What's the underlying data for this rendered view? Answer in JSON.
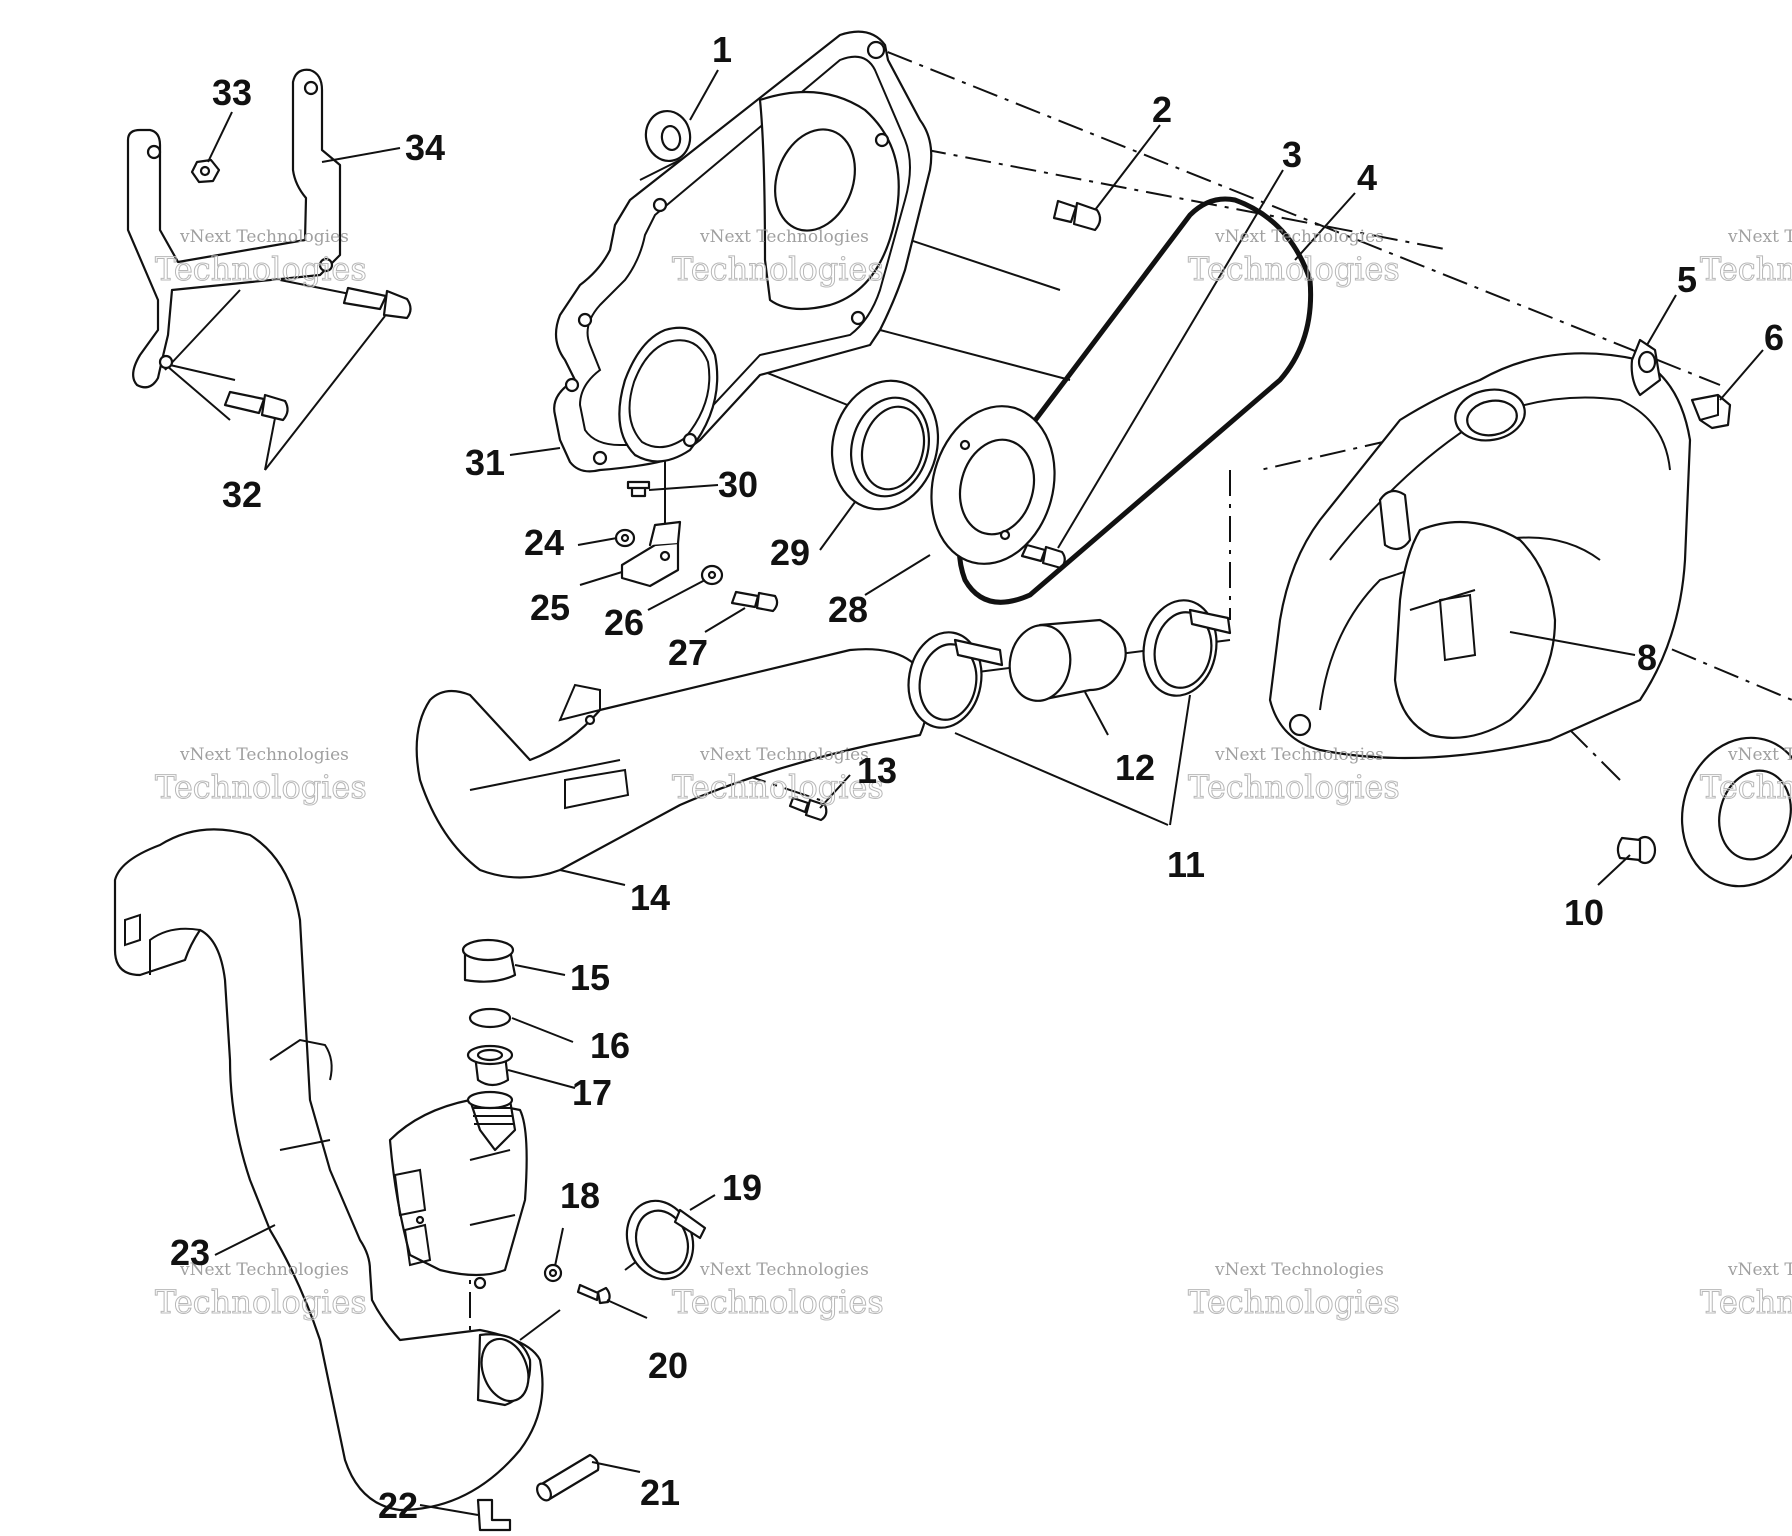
{
  "watermark": {
    "line1": "vNext Technologies",
    "line2": "Technologies"
  },
  "callouts": [
    "1",
    "2",
    "3",
    "4",
    "5",
    "6",
    "8",
    "10",
    "11",
    "12",
    "13",
    "14",
    "15",
    "16",
    "17",
    "18",
    "19",
    "20",
    "21",
    "22",
    "23",
    "24",
    "25",
    "26",
    "27",
    "28",
    "29",
    "30",
    "31",
    "32",
    "33",
    "34"
  ]
}
